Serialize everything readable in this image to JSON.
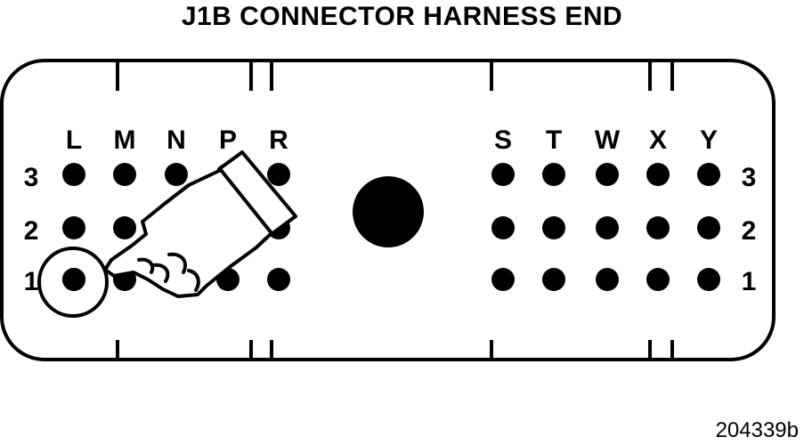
{
  "title": "J1B CONNECTOR HARNESS END",
  "figure_id": "204339b",
  "left_columns": [
    "L",
    "M",
    "N",
    "P",
    "R"
  ],
  "right_columns": [
    "S",
    "T",
    "W",
    "X",
    "Y"
  ],
  "rows": [
    "3",
    "2",
    "1"
  ],
  "highlighted_pin": {
    "column": "L",
    "row": "1"
  }
}
